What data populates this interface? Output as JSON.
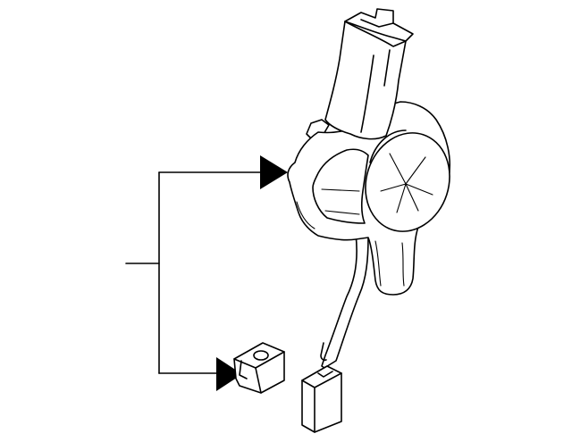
{
  "diagram": {
    "type": "parts-illustration",
    "background_color": "#ffffff",
    "line_color": "#000000",
    "parts": [
      {
        "name": "window-regulator-motor-assembly"
      },
      {
        "name": "nut-clip"
      }
    ],
    "callouts": [
      {
        "target": "window-regulator-motor-assembly",
        "pointer": "filled-triangle"
      },
      {
        "target": "nut-clip",
        "pointer": "filled-triangle"
      }
    ]
  }
}
